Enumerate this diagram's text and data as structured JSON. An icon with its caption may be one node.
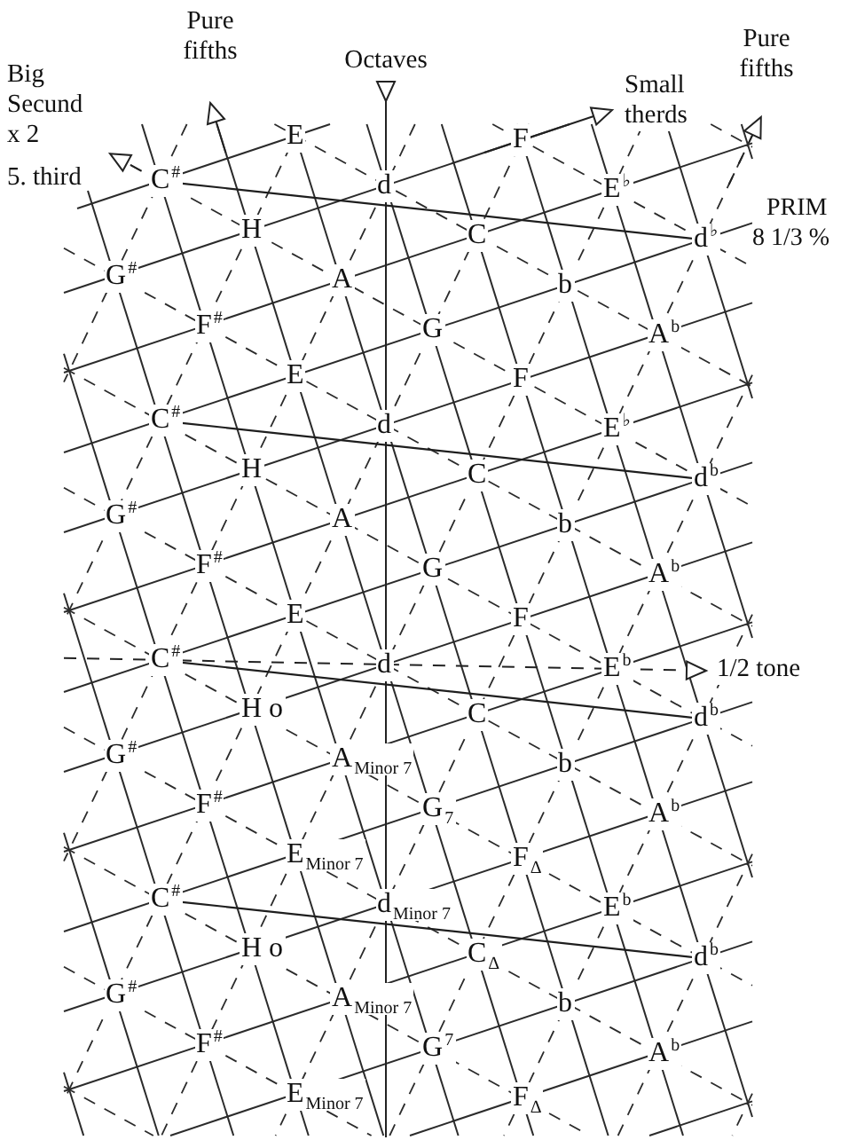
{
  "diagram": {
    "nodes": [
      {
        "text": [
          "E"
        ]
      },
      {
        "text": [
          "F"
        ]
      },
      {
        "text": [
          "C$^{#}$"
        ]
      },
      {
        "text": [
          "d"
        ]
      },
      {
        "text": [
          "E$^{♭}$"
        ]
      },
      {
        "text": [
          "H"
        ]
      },
      {
        "text": [
          "C"
        ]
      },
      {
        "text": [
          "d$^{♭}$"
        ],
        "beside": [
          "PRIM 8 1/3 %"
        ]
      },
      {
        "text": [
          "G$^{#}$"
        ]
      },
      {
        "text": [
          "A"
        ]
      },
      {
        "text": [
          "b"
        ]
      },
      {
        "text": [
          "F$^{#}$"
        ]
      },
      {
        "text": [
          "G"
        ]
      },
      {
        "text": [
          "A$^{b}$"
        ]
      },
      {
        "text": [
          "E"
        ]
      },
      {
        "text": [
          "F"
        ]
      },
      {
        "text": [
          "C$^{#}$"
        ]
      },
      {
        "text": [
          "d"
        ]
      },
      {
        "text": [
          "E$^{♭}$"
        ]
      },
      {
        "text": [
          "H"
        ]
      },
      {
        "text": [
          "C"
        ]
      },
      {
        "text": [
          "d$^{b}$"
        ]
      },
      {
        "text": [
          "G$^{#}$"
        ]
      },
      {
        "text": [
          "A"
        ]
      },
      {
        "text": [
          "b"
        ]
      },
      {
        "text": [
          "F$^{#}$"
        ]
      },
      {
        "text": [
          "G"
        ]
      },
      {
        "text": [
          "A$^{b}$"
        ]
      },
      {
        "text": [
          "E"
        ]
      },
      {
        "text": [
          "F"
        ]
      },
      {
        "text": [
          "C$^{#}$"
        ]
      },
      {
        "text": [
          "d"
        ]
      },
      {
        "text": [
          "E$^{b}$"
        ]
      },
      {
        "text": [
          "H o"
        ]
      },
      {
        "text": [
          "C"
        ]
      },
      {
        "text": [
          "d$^{b}$"
        ]
      },
      {
        "text": [
          "G$^{#}$"
        ]
      },
      {
        "text": [
          "A$_{Minor 7}$"
        ]
      },
      {
        "text": [
          "b"
        ]
      },
      {
        "text": [
          "F$^{#}$"
        ]
      },
      {
        "text": [
          "G$_{7}$"
        ]
      },
      {
        "text": [
          "A$^{b}$"
        ]
      },
      {
        "text": [
          "E$_{Minor 7}$"
        ]
      },
      {
        "text": [
          "F$_{Δ}$"
        ]
      },
      {
        "text": [
          "C$^{#}$"
        ]
      },
      {
        "text": [
          "d$_{Minor 7}$"
        ]
      },
      {
        "text": [
          "E$^{b}$"
        ]
      },
      {
        "text": [
          "H o"
        ]
      },
      {
        "text": [
          "C$_{Δ}$"
        ]
      },
      {
        "text": [
          "d$^{b}$"
        ]
      },
      {
        "text": [
          "G$^{#}$"
        ]
      },
      {
        "text": [
          "A$_{Minor 7}$"
        ]
      },
      {
        "text": [
          "b"
        ]
      },
      {
        "text": [
          "F$^{#}$"
        ]
      },
      {
        "text": [
          "G$^{7}$"
        ]
      },
      {
        "text": [
          "A$^{b}$"
        ]
      },
      {
        "text": [
          "E$_{Minor 7}$"
        ]
      },
      {
        "text": [
          "F$_{Δ}$"
        ]
      }
    ],
    "edges": [
      {
        "from": 2,
        "to": 7,
        "arrow": "none"
      },
      {
        "from": 16,
        "to": 21,
        "arrow": "none"
      },
      {
        "from": 30,
        "to": 35,
        "arrow": "none"
      },
      {
        "from": 44,
        "to": 49,
        "arrow": "none"
      }
    ],
    "labels": [
      "Big Secund x 2",
      "5. third",
      "Pure fifths",
      "Octaves",
      "Small therds",
      "Pure fifths",
      "1/2 tone"
    ]
  }
}
